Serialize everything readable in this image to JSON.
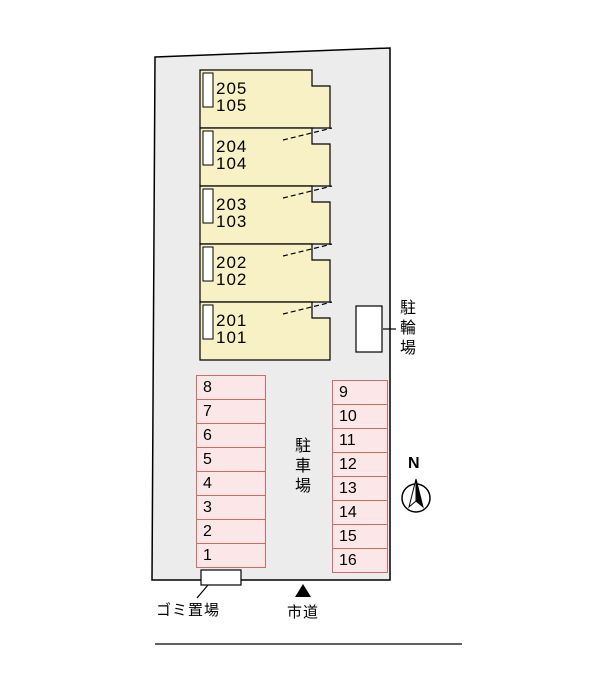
{
  "units": [
    {
      "upper": "205",
      "lower": "105"
    },
    {
      "upper": "204",
      "lower": "104"
    },
    {
      "upper": "203",
      "lower": "103"
    },
    {
      "upper": "202",
      "lower": "102"
    },
    {
      "upper": "201",
      "lower": "101"
    }
  ],
  "parking": {
    "left_column": [
      "8",
      "7",
      "6",
      "5",
      "4",
      "3",
      "2",
      "1"
    ],
    "right_column": [
      "9",
      "10",
      "11",
      "12",
      "13",
      "14",
      "15",
      "16"
    ]
  },
  "labels": {
    "bicycle_parking": "駐輪場",
    "car_parking": "駐車場",
    "garbage_area": "ゴミ置場",
    "city_road": "市道",
    "north": "N"
  },
  "colors": {
    "unit_fill": "#f9f1c6",
    "parking_fill": "#fbe7e7",
    "parking_border": "#d26a6a",
    "plot_fill": "#ececec",
    "line": "#000000"
  }
}
